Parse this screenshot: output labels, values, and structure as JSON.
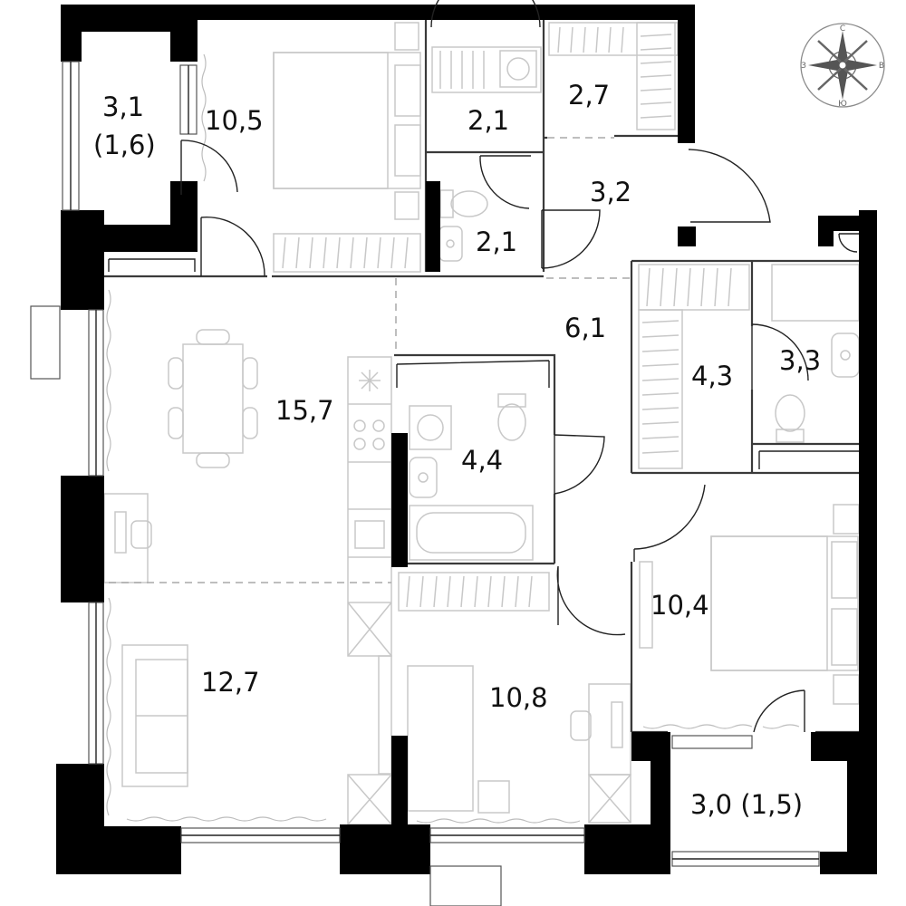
{
  "plan": {
    "rooms": [
      {
        "key": "balcony_left",
        "label": "3,1",
        "sub": "(1,6)"
      },
      {
        "key": "bedroom1",
        "label": "10,5"
      },
      {
        "key": "bath_small1",
        "label": "2,1"
      },
      {
        "key": "wardrobe_top",
        "label": "2,7"
      },
      {
        "key": "wc_small",
        "label": "2,1"
      },
      {
        "key": "hall_entry",
        "label": "3,2"
      },
      {
        "key": "corridor",
        "label": "6,1"
      },
      {
        "key": "dining",
        "label": "15,7"
      },
      {
        "key": "wardrobe_right",
        "label": "4,3"
      },
      {
        "key": "bath_right",
        "label": "3,3"
      },
      {
        "key": "bath_center",
        "label": "4,4"
      },
      {
        "key": "bedroom2",
        "label": "10,4"
      },
      {
        "key": "living",
        "label": "12,7"
      },
      {
        "key": "bedroom3",
        "label": "10,8"
      },
      {
        "key": "balcony_right",
        "label": "3,0 (1,5)"
      }
    ],
    "compass": {
      "n": "С",
      "s": "Ю",
      "w": "З",
      "e": "В",
      "icon": "compass-rose-icon"
    }
  }
}
